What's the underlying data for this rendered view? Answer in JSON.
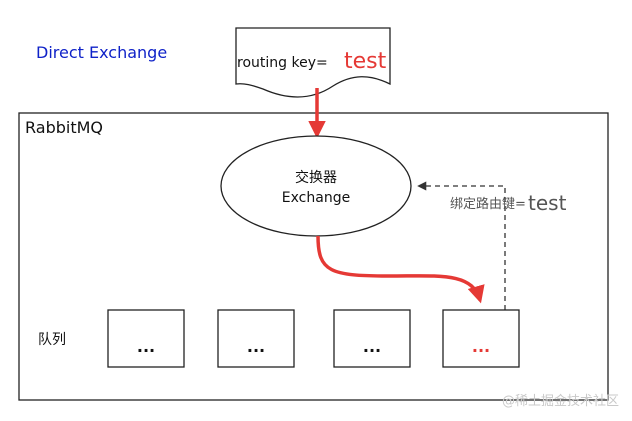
{
  "title": "Direct Exchange",
  "message": {
    "label": "routing key=",
    "key": "test"
  },
  "broker": {
    "name": "RabbitMQ"
  },
  "exchange": {
    "name_cn": "交换器",
    "name_en": "Exchange"
  },
  "binding": {
    "label": "绑定路由键=",
    "key": "test"
  },
  "queues": {
    "label": "队列",
    "items": [
      {
        "text": "...",
        "matched": false
      },
      {
        "text": "...",
        "matched": false
      },
      {
        "text": "...",
        "matched": false
      },
      {
        "text": "...",
        "matched": true
      }
    ]
  },
  "colors": {
    "title": "#0f22c8",
    "route": "#e53935",
    "outline": "#222222",
    "dashed": "#333333"
  },
  "watermark": "@稀土掘金技术社区"
}
